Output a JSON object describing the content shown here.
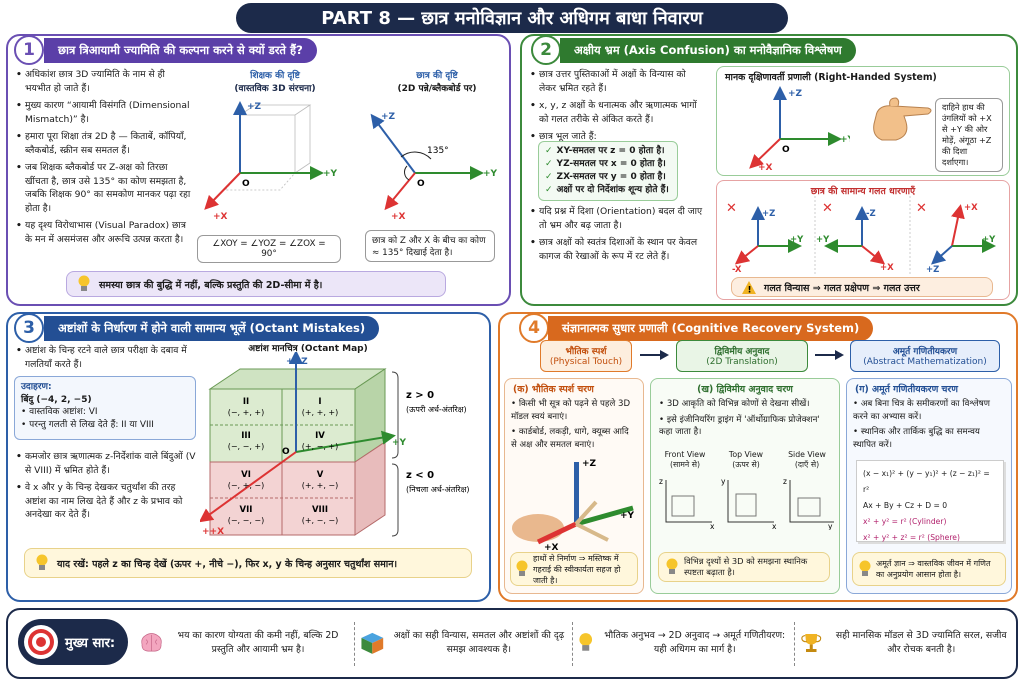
{
  "title": "PART 8 — छात्र मनोविज्ञान और अधिगम बाधा निवारण",
  "s1": {
    "num": "1",
    "head": "छात्र त्रिआयामी ज्यामिति की कल्पना करने से क्यों डरते हैं?",
    "bullets": [
      "अधिकांश छात्र 3D ज्यामिति के नाम से ही भयभीत हो जाते हैं।",
      "मुख्य कारण “आयामी विसंगति (Dimensional Mismatch)” है।",
      "हमारा पूरा शिक्षा तंत्र 2D है — किताबें, कॉपियाँ, ब्लैकबोर्ड, स्क्रीन सब समतल हैं।",
      "जब शिक्षक ब्लैकबोर्ड पर Z-अक्ष को तिरछा खींचता है, छात्र उसे 135° का कोण समझता है, जबकि शिक्षक 90° का समकोण मानकर पढ़ा रहा होता है।",
      "यह दृश्य विरोधाभास (Visual Paradox) छात्र के मन में असमंजस और अरूचि उत्पन्न करता है।"
    ],
    "teacher_t1": "शिक्षक की दृष्टि",
    "teacher_t2": "(वास्तविक 3D संरचना)",
    "student_t1": "छात्र की दृष्टि",
    "student_t2": "(2D पन्ने/ब्लैकबोर्ड पर)",
    "angle": "135°",
    "eq": "∠XOY = ∠YOZ = ∠ZOX = 90°",
    "student_note": "छात्र को Z और X के बीच का कोण ≈ 135° दिखाई देता है।",
    "tip": "समस्या छात्र की बुद्धि में नहीं, बल्कि प्रस्तुति की 2D-सीमा में है।",
    "ax": {
      "z": "+Z",
      "y": "+Y",
      "x": "+X",
      "o": "O"
    }
  },
  "s2": {
    "num": "2",
    "head": "अक्षीय भ्रम (Axis Confusion) का मनोवैज्ञानिक विश्लेषण",
    "bullets": [
      "छात्र उत्तर पुस्तिकाओं में अक्षों के विन्यास को लेकर भ्रमित रहते हैं।",
      "x, y, z अक्षों के धनात्मक और ऋणात्मक भागों को गलत तरीके से अंकित करते हैं।",
      "छात्र भूल जाते हैं:"
    ],
    "checks": [
      "XY-समतल पर z = 0 होता है।",
      "YZ-समतल पर x = 0 होता है।",
      "ZX-समतल पर y = 0 होता है।",
      "अक्षों पर दो निर्देशांक शून्य होते हैं।"
    ],
    "bullets2": [
      "यदि प्रश्न में दिशा (Orientation) बदल दी जाए तो भ्रम और बढ़ जाता है।",
      "छात्र अक्षों को स्वतंत्र दिशाओं के स्थान पर केवल कागज की रेखाओं के रूप में रट लेते हैं।"
    ],
    "rh_title": "मानक दृक्षिणावर्ती प्रणाली (Right-Handed System)",
    "rh_note": "दाहिने हाथ की उंगलियों को +X से +Y की ओर मोड़ें, अंगूठा +Z की दिशा दर्शाएगा।",
    "wrong_title": "छात्र की सामान्य गलत धारणाएँ",
    "w1": [
      "+Z",
      "+Y",
      "-X"
    ],
    "w2": [
      "-Z",
      "+Y",
      "+X"
    ],
    "w3": [
      "+X",
      "+Y",
      "+Z"
    ],
    "flow": "गलत विन्यास ⇒ गलत प्रक्षेपण ⇒ गलत उत्तर"
  },
  "s3": {
    "num": "3",
    "head": "अष्टांशों के निर्धारण में होने वाली सामान्य भूलें (Octant Mistakes)",
    "intro": "अष्टांश के चिन्ह रटने वाले छात्र परीक्षा के दबाव में गलतियाँ करते हैं।",
    "ex_h": "उदाहरण:",
    "ex_p": "बिंदु (−4, 2, −5)",
    "ex_b1": "वास्तविक अष्टांश: VI",
    "ex_b2": "परन्तु गलती से लिख देते हैं: II या VIII",
    "bullets": [
      "कमजोर छात्र ऋणात्मक z-निर्देशांक वाले बिंदुओं (V से VIII) में भ्रमित होते हैं।",
      "वे x और y के चिन्ह देखकर चतुर्थांश की तरह अष्टांश का नाम लिख देते हैं और z के प्रभाव को अनदेखा कर देते हैं।"
    ],
    "map_title": "अष्टांश मानचित्र (Octant Map)",
    "octants": [
      [
        "II",
        "(−, +, +)"
      ],
      [
        "I",
        "(+, +, +)"
      ],
      [
        "III",
        "(−, −, +)"
      ],
      [
        "IV",
        "(+, −, +)"
      ],
      [
        "VI",
        "(−, +, −)"
      ],
      [
        "V",
        "(+, +, −)"
      ],
      [
        "VII",
        "(−, −, −)"
      ],
      [
        "VIII",
        "(+, −, −)"
      ]
    ],
    "zpos": "z > 0",
    "zpos_n": "(ऊपरी अर्ध-अंतरिक्ष)",
    "zneg": "z < 0",
    "zneg_n": "(निचला अर्ध-अंतरिक्ष)",
    "axz": "++Z",
    "axy": "+Y",
    "axx": "++X",
    "o": "O",
    "tip": "याद रखें: पहले z का चिन्ह देखें (ऊपर +, नीचे −), फिर x, y के चिन्ह अनुसार चतुर्थांश समान।"
  },
  "s4": {
    "num": "4",
    "head": "संज्ञानात्मक सुधार प्रणाली (Cognitive Recovery System)",
    "st1a": "भौतिक स्पर्श",
    "st1b": "(Physical Touch)",
    "st2a": "द्विविमीय अनुवाद",
    "st2b": "(2D Translation)",
    "st3a": "अमूर्त गणितीयकरण",
    "st3b": "(Abstract Mathematization)",
    "a_h": "(क) भौतिक स्पर्श चरण",
    "a_b": [
      "किसी भी सूत्र को पढ़ने से पहले 3D मॉडल स्वयं बनाएं।",
      "कार्डबोर्ड, लकड़ी, धागे, क्यूब्स आदि से अक्ष और समतल बनाएं।"
    ],
    "a_ax": [
      "+Z",
      "+Y",
      "+X"
    ],
    "a_tip": "हाथों से निर्माण ⇒ मस्तिष्क में गहराई की स्वीकार्यता सहज हो जाती है।",
    "b_h": "(ख) द्विविमीय अनुवाद चरण",
    "b_b": [
      "3D आकृति को विभिन्न कोणों से देखना सीखें।",
      "इसे इंजीनियरिंग ड्राइंग में 'ऑर्थोग्राफिक प्रोजेक्शन' कहा जाता है।"
    ],
    "views": [
      [
        "Front View",
        "(सामने से)"
      ],
      [
        "Top View",
        "(ऊपर से)"
      ],
      [
        "Side View",
        "(दाएँ से)"
      ]
    ],
    "b_tip": "विभिन्न दृश्यों से 3D को समझना स्थानिक स्पष्टता बढ़ाता है।",
    "c_h": "(ग) अमूर्त गणितीयकरण चरण",
    "c_b": [
      "अब बिना चित्र के समीकरणों का विश्लेषण करने का अभ्यास करें।",
      "स्थानिक और तार्किक बुद्धि का समन्वय स्थापित करें।"
    ],
    "eqs": [
      "(x − x₁)² + (y − y₁)² + (z − z₁)² = r²",
      "Ax + By + Cz + D = 0",
      "x² + y² = r²   (Cylinder)",
      "x² + y² + z² = r²   (Sphere)"
    ],
    "c_tip": "अमूर्त ज्ञान ⇒ वास्तविक जीवन में गणित का अनुप्रयोग आसान होता है।"
  },
  "summary": {
    "label": "मुख्य सार:",
    "items": [
      "भय का कारण योग्यता की कमी नहीं, बल्कि 2D प्रस्तुति और आयामी भ्रम है।",
      "अक्षों का सही विन्यास, समतल और अष्टांशों की दृढ़ समझ आवश्यक है।",
      "भौतिक अनुभव → 2D अनुवाद → अमूर्त गणितीयरण: यही अधिगम का मार्ग है।",
      "सही मानसिक मॉडल से 3D ज्यामिति सरल, सजीव और रोचक बनती है।"
    ]
  },
  "colors": {
    "navy": "#1c2a4a",
    "purple": "#6a4fb3",
    "green": "#3c8a3c",
    "blue": "#2d5fa8",
    "orange": "#e07a2a"
  }
}
